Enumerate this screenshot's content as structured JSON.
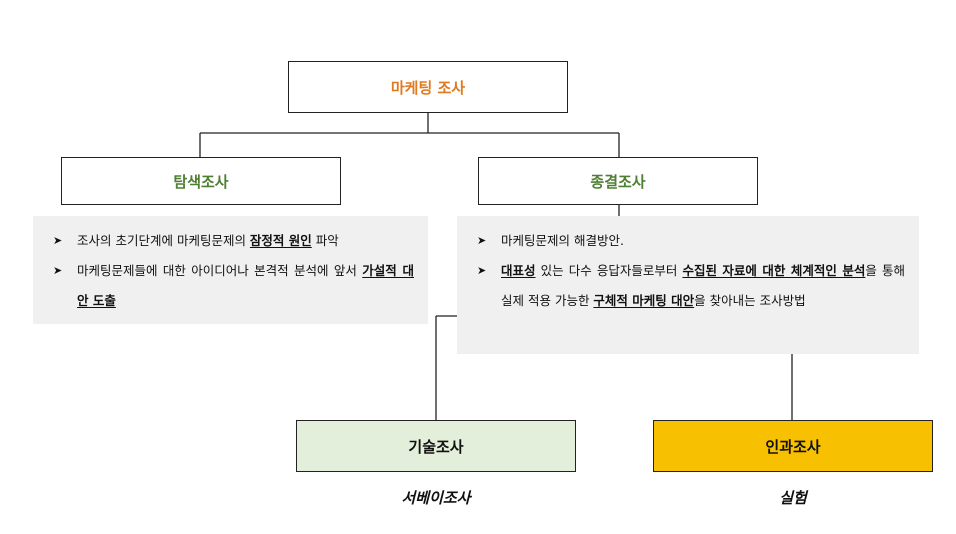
{
  "nodes": {
    "root": "마케팅 조사",
    "exploratory": "탐색조사",
    "conclusive": "종결조사",
    "descriptive": "기술조사",
    "causal": "인과조사"
  },
  "captions": {
    "descriptive": "서베이조사",
    "causal": "실험"
  },
  "bullet_marker": "➤",
  "exploratory_points": [
    {
      "pre": "조사의 초기단계에 마케팅문제의 ",
      "bold1": "잠정적 원인",
      "mid": " 파악",
      "bold2": "",
      "post": ""
    },
    {
      "pre": "마케팅문제들에 대한 아이디어나 본격적 분석에 앞서 ",
      "bold1": "가설적 대안 도출",
      "mid": "",
      "bold2": "",
      "post": ""
    }
  ],
  "conclusive_points": [
    {
      "pre": "마케팅문제의 해결방안.",
      "bold1": "",
      "mid": "",
      "bold2": "",
      "post": ""
    },
    {
      "pre": "",
      "bold1": "대표성",
      "mid": " 있는 다수 응답자들로부터 ",
      "bold2": "수집된 자료에 대한 체계적인 분석",
      "post": "을 통해 실제 적용 가능한  ",
      "bold3": "구체적 마케팅 대안",
      "tail": "을 찾아내는 조사방법"
    }
  ]
}
